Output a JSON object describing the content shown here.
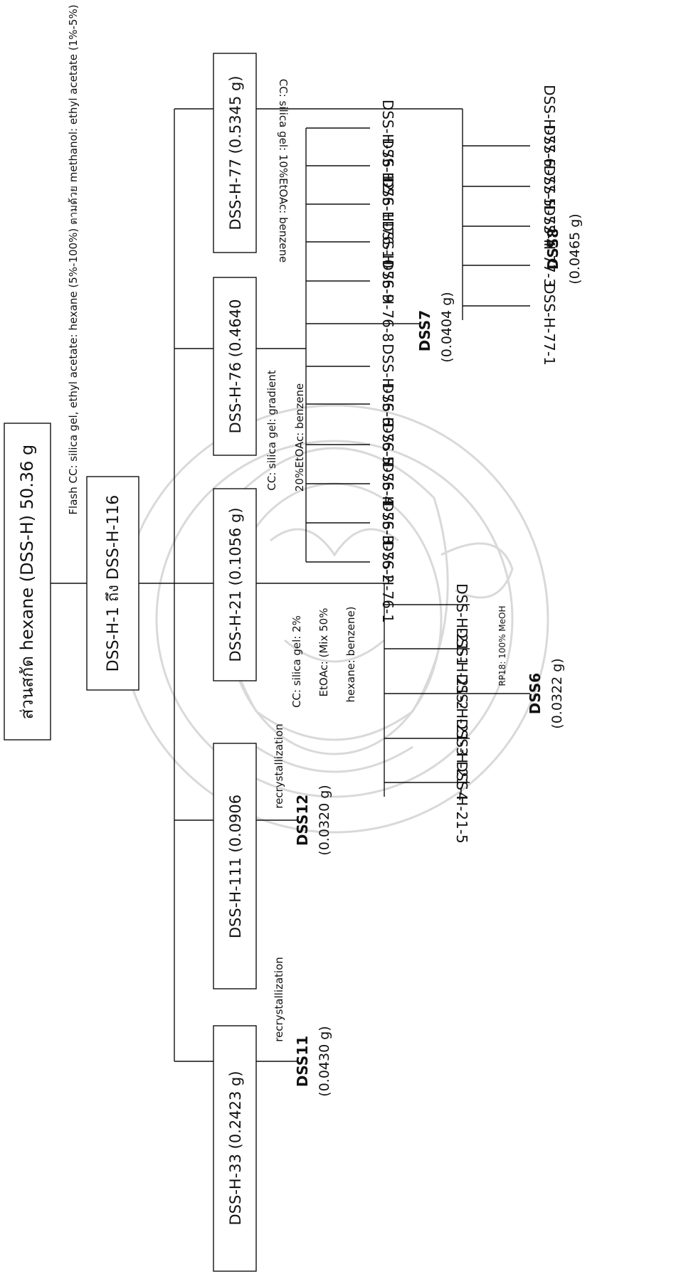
{
  "root": {
    "label": "ส่วนสกัด hexane (DSS-H) 50.36 g"
  },
  "flash_cc_note": "Flash CC: silica gel, ethyl acetate: hexane (5%-100%) ตามด้วย methanol: ethyl acetate (1%-5%)",
  "fraction_range": "DSS-H-1 ถึง DSS-H-116",
  "fractions": {
    "h33": "DSS-H-33 (0.2423 g)",
    "h111": "DSS-H-111 (0.0906",
    "h21": "DSS-H-21 (0.1056 g)",
    "h76": "DSS-H-76 (0.4640",
    "h77": "DSS-H-77 (0.5345 g)"
  },
  "notes": {
    "recryst_33": "recrystallization",
    "recryst_111": "recrystallization",
    "cc_21_line1": "CC: silica gel: 2%",
    "cc_21_line2": "EtOAc: (Mix 50%",
    "cc_21_line3": "hexane: benzene)",
    "cc_76_line1": "CC: silica gel: gradient",
    "cc_76_line2": "20%EtOAc: benzene",
    "cc_77": "CC: silica gel: 10%EtOAc: benzene",
    "rp18": "RP18: 100% MeOH"
  },
  "subfractions_21": [
    "DSS-H-21-1",
    "DSS-H-21-2",
    "DSS-H-21-3",
    "DSS-H-21-4",
    "DSS-H-21-5"
  ],
  "subfractions_76": [
    "DSS-H-76-1",
    "DSS-H-76-2",
    "DSS-H-76-3",
    "DSS-H-76-4",
    "DSS-H-76-5",
    "DSS-H-76-6",
    "DSS-H-76-8",
    "DSS-H-76-9",
    "DSS-H-76-10",
    "DSS-H-76-11",
    "DSS-H-76-12"
  ],
  "subfractions_77": [
    "DSS-H-77-1",
    "DSS-H-77-3",
    "DSS-H-77-4",
    "DSS-H-77-5",
    "DSS-H-77-6"
  ],
  "compounds": {
    "dss11": {
      "name": "DSS11",
      "mass": "(0.0430 g)"
    },
    "dss12": {
      "name": "DSS12",
      "mass": "(0.0320 g)"
    },
    "dss6": {
      "name": "DSS6",
      "mass": "(0.0322 g)"
    },
    "dss7": {
      "name": "DSS7",
      "mass": "(0.0404 g)"
    },
    "dss8": {
      "name": "DSS8",
      "mass": "(0.0465 g)"
    }
  }
}
